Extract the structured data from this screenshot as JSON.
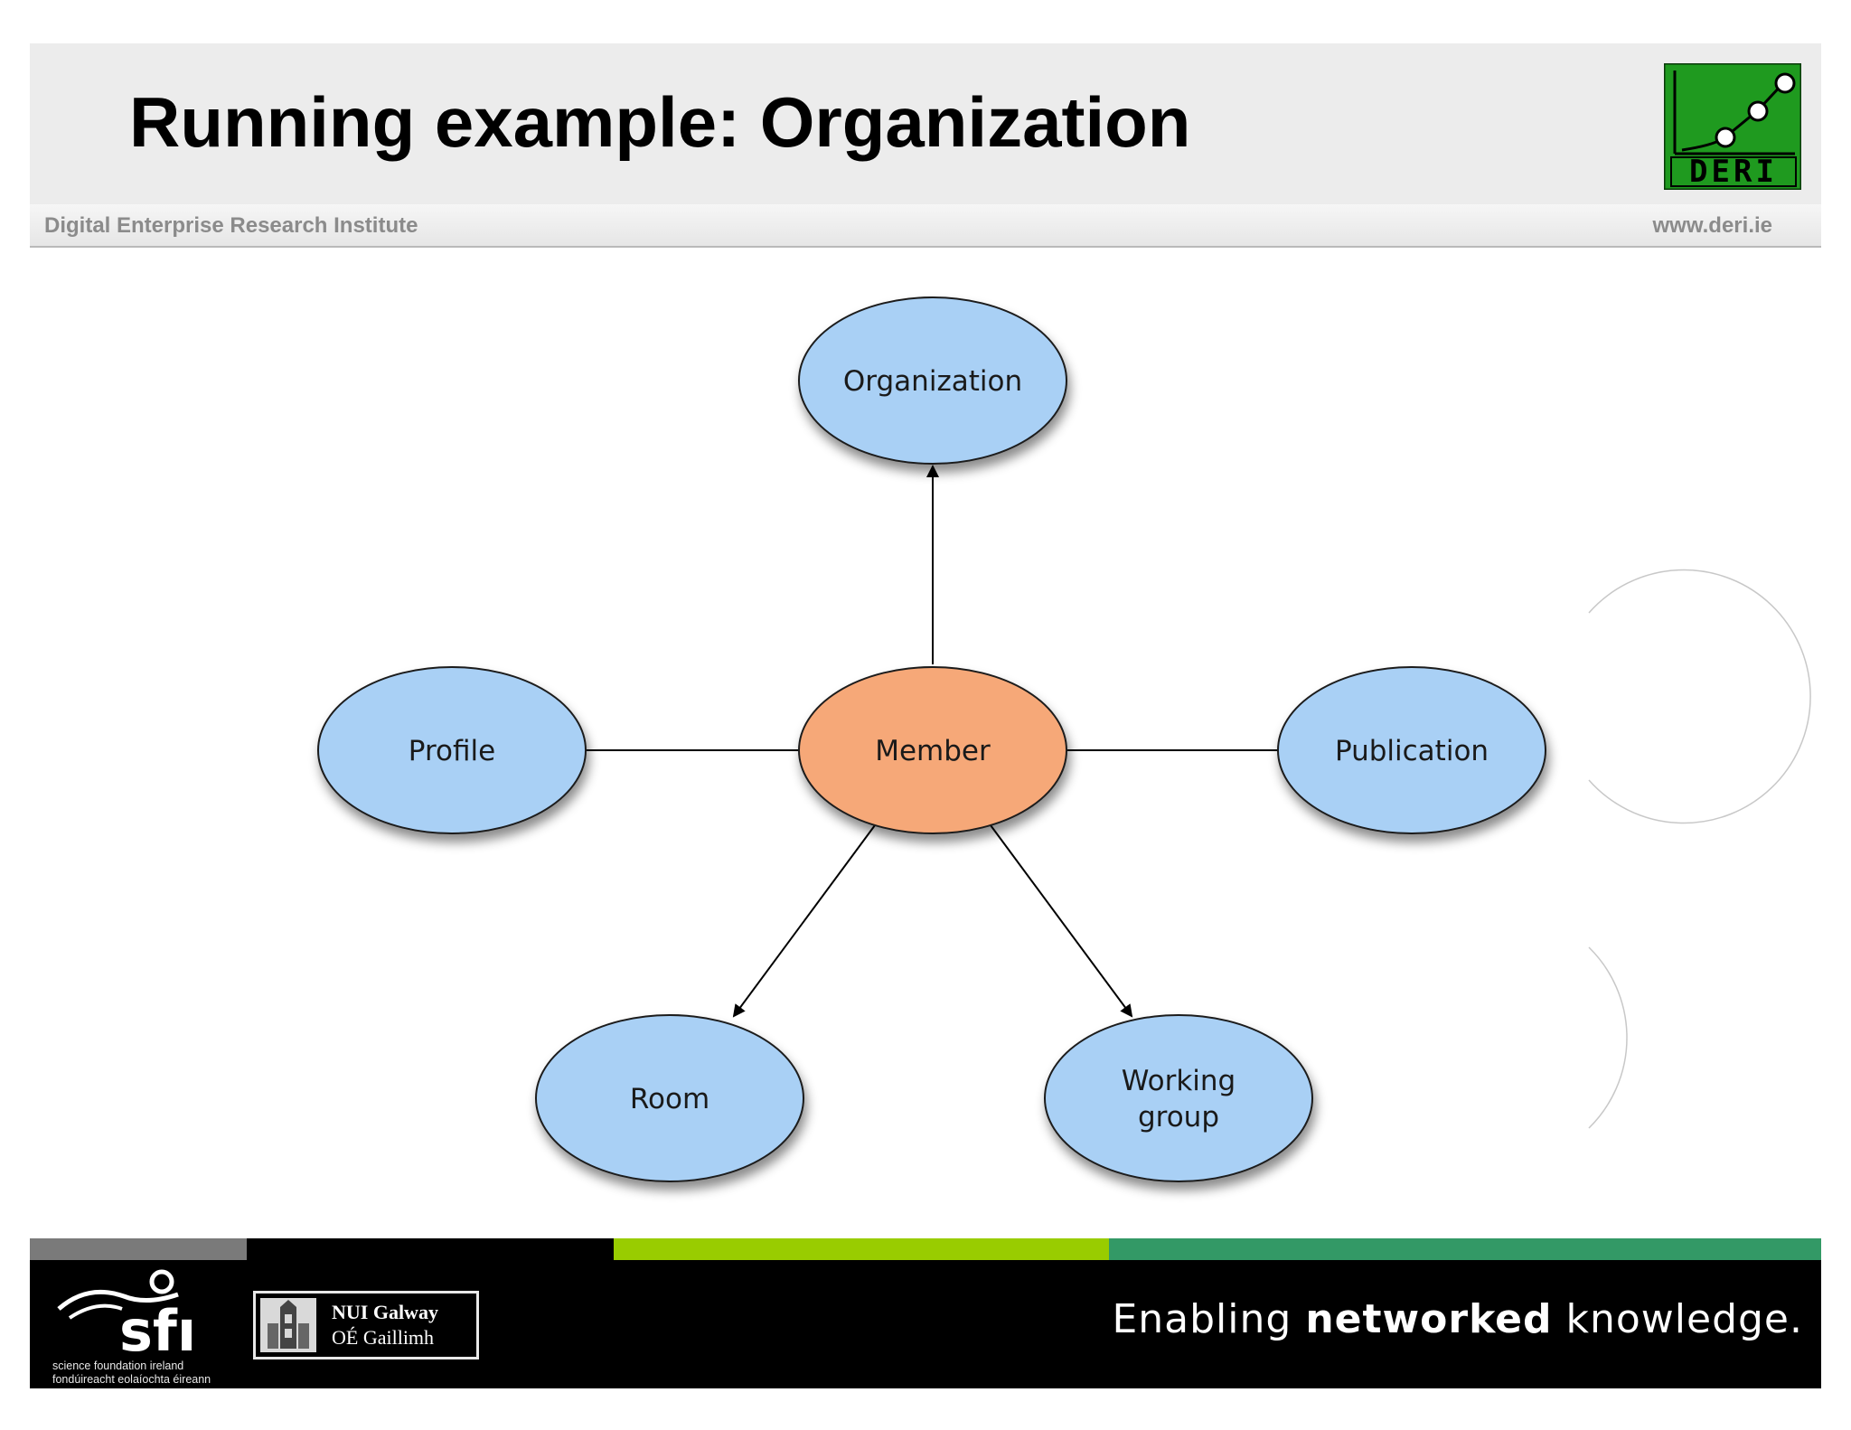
{
  "slide": {
    "title": "Running example: Organization",
    "institute": "Digital Enterprise Research Institute",
    "website": "www.deri.ie",
    "logo_text": "DERI"
  },
  "diagram": {
    "nodes": {
      "organization": {
        "label": "Organization",
        "color": "#a9d0f5"
      },
      "member": {
        "label": "Member",
        "color": "#f6a878"
      },
      "profile": {
        "label": "Profile",
        "color": "#a9d0f5"
      },
      "publication": {
        "label": "Publication",
        "color": "#a9d0f5"
      },
      "room": {
        "label": "Room",
        "color": "#a9d0f5"
      },
      "working_group": {
        "label_line1": "Working",
        "label_line2": "group",
        "color": "#a9d0f5"
      }
    },
    "edges": [
      {
        "from": "Member",
        "to": "Organization"
      },
      {
        "from": "Member",
        "to": "Profile"
      },
      {
        "from": "Member",
        "to": "Publication"
      },
      {
        "from": "Member",
        "to": "Room"
      },
      {
        "from": "Member",
        "to": "Working group"
      }
    ]
  },
  "footer": {
    "tagline_part1": "Enabling ",
    "tagline_bold": "networked",
    "tagline_part2": " knowledge.",
    "sfi_line1": "science foundation ireland",
    "sfi_line2": "fondúireacht eolaíochta éireann",
    "nui_line1": "NUI Galway",
    "nui_line2": "OÉ Gaillimh",
    "stripe_colors": [
      "#7a7a7a",
      "#000000",
      "#99cc00",
      "#339966"
    ]
  }
}
